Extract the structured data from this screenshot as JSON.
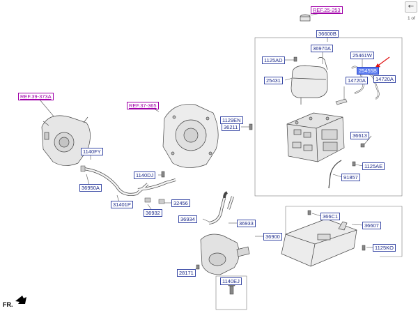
{
  "pager": {
    "back_icon": "arrow-left-icon",
    "back_symbol": "←",
    "page_info": "1 of"
  },
  "direction": {
    "label": "FR."
  },
  "colors": {
    "label_border": "#3a4aa6",
    "label_text": "#1c2a8a",
    "ref_text": "#a000a8",
    "selected_fill": "#5c7cf0",
    "pointer_arrow": "#e01010"
  },
  "labels": {
    "ref_25_253": "REF.25-253",
    "n36600B": "36600B",
    "n36970A": "36970A",
    "n1125AD": "1125AD",
    "n25461W": "25461W",
    "n25455B": "25455B",
    "n25431": "25431",
    "n14720A_a": "14720A",
    "n14720A_b": "14720A",
    "ref_39_373A": "REF.39-373A",
    "ref_37_365": "REF.37-365",
    "n1129EN": "1129EN",
    "n36211": "36211",
    "n36613": "36613",
    "n1140FY": "1140FY",
    "n1125AE": "1125AE",
    "n1140DJ": "1140DJ",
    "n91857": "91857",
    "n36950A": "36950A",
    "n31401P": "31401P",
    "n32456": "32456",
    "n36932": "36932",
    "n366C1": "366C1",
    "n36607": "36607",
    "n36934": "36934",
    "n36933": "36933",
    "n36900": "36900",
    "n1125KO": "1125KO",
    "n28171": "28171",
    "n1140EJ": "1140EJ"
  }
}
